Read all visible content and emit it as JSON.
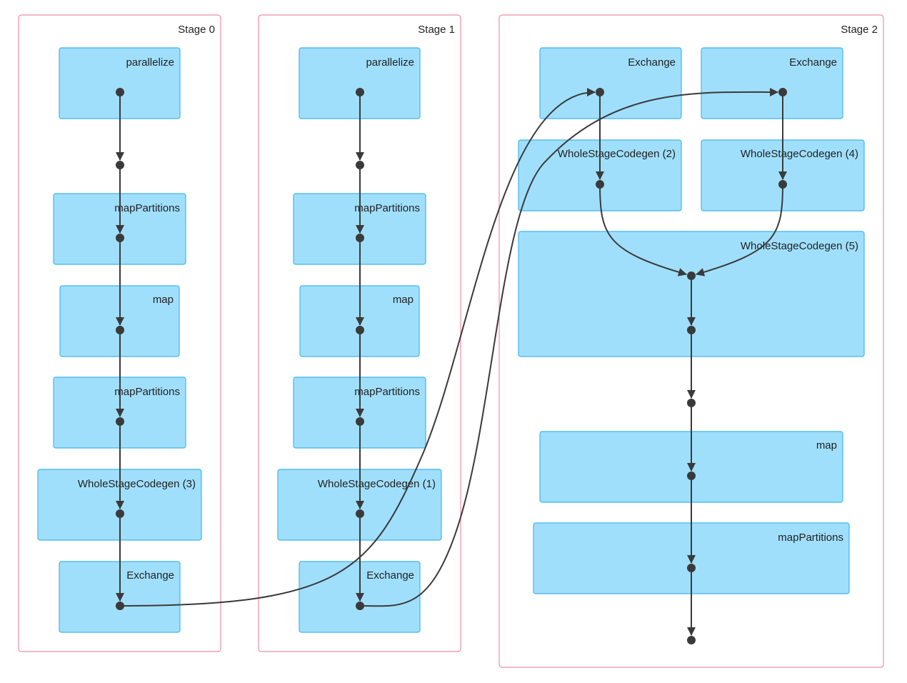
{
  "stages": [
    {
      "label": "Stage 0",
      "operations": [
        "parallelize",
        "mapPartitions",
        "map",
        "mapPartitions",
        "WholeStageCodegen (3)",
        "Exchange"
      ]
    },
    {
      "label": "Stage 1",
      "operations": [
        "parallelize",
        "mapPartitions",
        "map",
        "mapPartitions",
        "WholeStageCodegen (1)",
        "Exchange"
      ]
    },
    {
      "label": "Stage 2",
      "operations": [
        "Exchange",
        "Exchange",
        "WholeStageCodegen (2)",
        "WholeStageCodegen (4)",
        "WholeStageCodegen (5)",
        "map",
        "mapPartitions"
      ]
    }
  ],
  "colors": {
    "stage_border": "#f08ea4",
    "operation_fill": "#a0dffc",
    "operation_border": "#3fb5ee",
    "node": "#3a3a3a"
  }
}
